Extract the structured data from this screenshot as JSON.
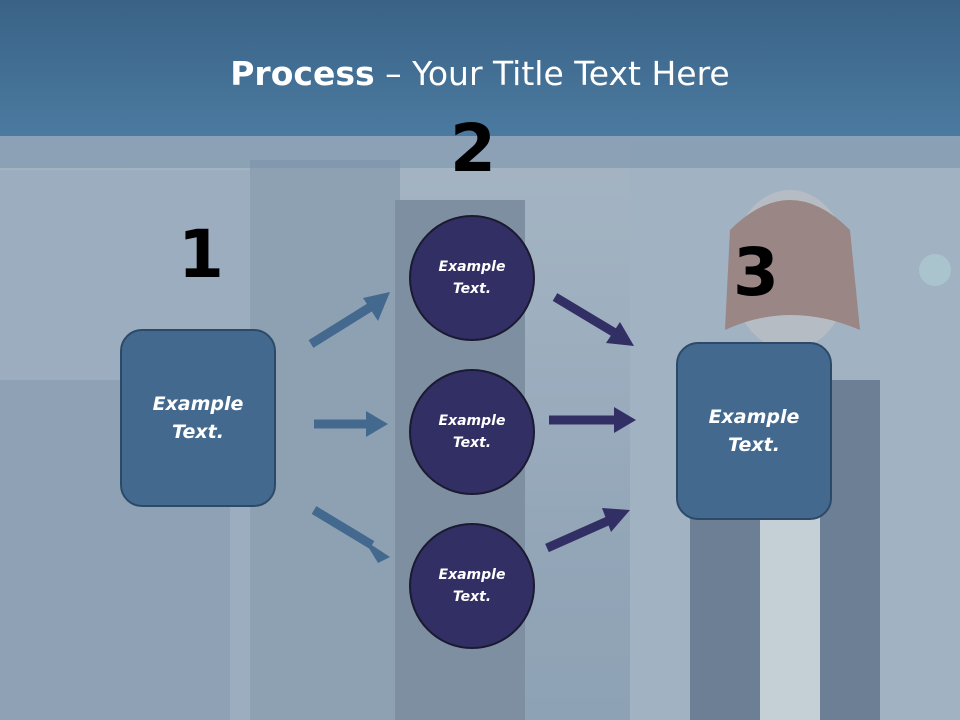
{
  "slide": {
    "title_bold": "Process",
    "title_rest": " – Your Title Text Here"
  },
  "steps": {
    "one": "1",
    "two": "2",
    "three": "3"
  },
  "boxes": {
    "left": "Example\nText.",
    "right": "Example\nText."
  },
  "circles": [
    {
      "text": "Example\nText."
    },
    {
      "text": "Example\nText."
    },
    {
      "text": "Example\nText."
    }
  ],
  "colors": {
    "header": "#44709a",
    "box_fill": "#44698e",
    "circle_fill": "#322f65",
    "left_arrow": "#44698e",
    "right_arrow": "#322f65"
  }
}
